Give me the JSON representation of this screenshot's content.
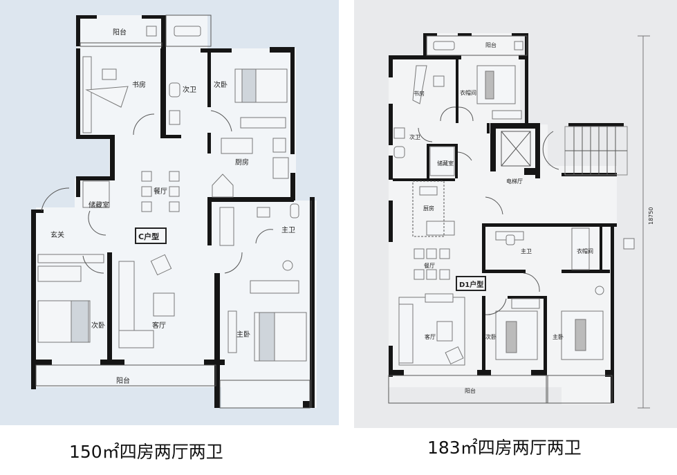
{
  "plans": [
    {
      "id": "C",
      "type_label": "C户型",
      "caption": "150㎡四房两厅两卫",
      "background": "#dde6ef",
      "rooms": {
        "balcony_top": "阳台",
        "study": "书房",
        "second_bath": "次卫",
        "second_bed_top": "次卧",
        "kitchen": "厨房",
        "dining": "餐厅",
        "storage": "储藏室",
        "foyer": "玄关",
        "master_bath": "主卫",
        "second_bed_left": "次卧",
        "living": "客厅",
        "master_bed": "主卧",
        "balcony_bottom": "阳台"
      }
    },
    {
      "id": "D1",
      "type_label": "D1户型",
      "caption": "183㎡四房两厅两卫",
      "background": "#e9eaec",
      "dimension": "18750",
      "rooms": {
        "balcony_top": "阳台",
        "study": "书房",
        "walkin_closet_top": "衣帽间",
        "second_bath": "次卫",
        "storage": "储藏室",
        "elevator_lobby": "电梯厅",
        "kitchen": "厨房",
        "dining": "餐厅",
        "master_bath": "主卫",
        "walkin_closet": "衣帽间",
        "living": "客厅",
        "second_bed": "次卧",
        "master_bed": "主卧",
        "balcony_bottom": "阳台"
      }
    }
  ]
}
